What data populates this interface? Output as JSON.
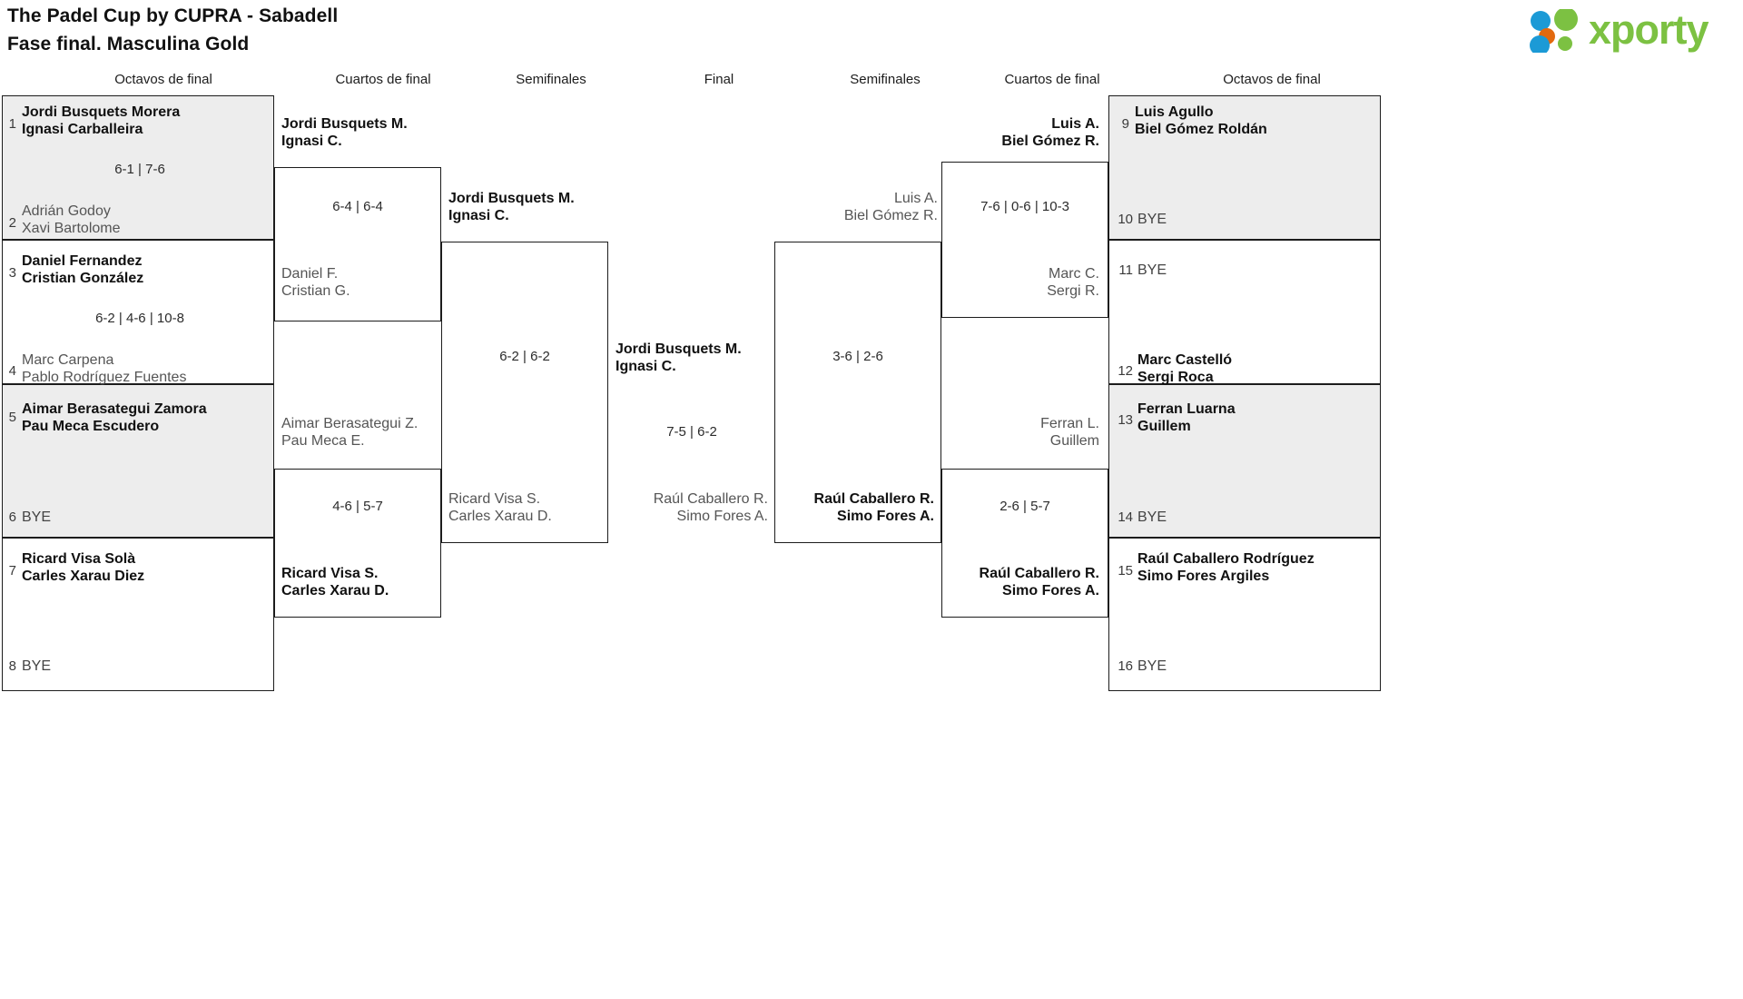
{
  "header": {
    "title_line1": "The Padel Cup by CUPRA - Sabadell",
    "title_line2": "Fase final. Masculina Gold",
    "logo_text": "xporty",
    "logo_colors": {
      "green": "#7cc142",
      "blue": "#1c9ad6",
      "orange": "#e2690f"
    }
  },
  "round_headers": {
    "left_r16": "Octavos de final",
    "left_qf": "Cuartos de final",
    "left_sf": "Semifinales",
    "final": "Final",
    "right_sf": "Semifinales",
    "right_qf": "Cuartos de final",
    "right_r16": "Octavos de final"
  },
  "bracket": {
    "left_r16": [
      {
        "seed": "1",
        "line1": "Jordi Busquets Morera",
        "line2": "Ignasi Carballeira",
        "result": "win"
      },
      {
        "seed": "2",
        "line1": "Adrián Godoy",
        "line2": "Xavi Bartolome",
        "result": "lose"
      },
      {
        "seed": "3",
        "line1": "Daniel Fernandez",
        "line2": "Cristian González",
        "result": "win"
      },
      {
        "seed": "4",
        "line1": "Marc Carpena",
        "line2": "Pablo Rodríguez Fuentes",
        "result": "lose"
      },
      {
        "seed": "5",
        "line1": "Aimar Berasategui Zamora",
        "line2": "Pau Meca Escudero",
        "result": "win"
      },
      {
        "seed": "6",
        "line1": "BYE",
        "line2": "",
        "result": "bye"
      },
      {
        "seed": "7",
        "line1": "Ricard Visa Solà",
        "line2": "Carles Xarau Diez",
        "result": "win"
      },
      {
        "seed": "8",
        "line1": "BYE",
        "line2": "",
        "result": "bye"
      }
    ],
    "left_r16_scores": [
      "6-1 | 7-6",
      "6-2 | 4-6 | 10-8",
      "",
      ""
    ],
    "left_qf": [
      {
        "line1": "Jordi Busquets M.",
        "line2": "Ignasi C.",
        "result": "win"
      },
      {
        "line1": "Daniel F.",
        "line2": "Cristian G.",
        "result": "lose"
      },
      {
        "line1": "Aimar Berasategui Z.",
        "line2": "Pau Meca E.",
        "result": "lose"
      },
      {
        "line1": "Ricard Visa S.",
        "line2": "Carles Xarau D.",
        "result": "win"
      }
    ],
    "left_qf_scores": [
      "6-4 | 6-4",
      "4-6 | 5-7"
    ],
    "left_sf": [
      {
        "line1": "Jordi Busquets M.",
        "line2": "Ignasi C.",
        "result": "win"
      },
      {
        "line1": "Ricard Visa S.",
        "line2": "Carles Xarau D.",
        "result": "lose"
      }
    ],
    "left_sf_scores": [
      "6-2 | 6-2"
    ],
    "final": [
      {
        "line1": "Jordi Busquets M.",
        "line2": "Ignasi C.",
        "result": "win"
      },
      {
        "line1": "Raúl Caballero R.",
        "line2": "Simo Fores A.",
        "result": "lose"
      }
    ],
    "final_scores": [
      "7-5 | 6-2"
    ],
    "right_sf": [
      {
        "line1": "Luis A.",
        "line2": "Biel Gómez R.",
        "result": "lose"
      },
      {
        "line1": "Raúl Caballero R.",
        "line2": "Simo Fores A.",
        "result": "win"
      }
    ],
    "right_sf_scores": [
      "3-6 | 2-6"
    ],
    "right_qf": [
      {
        "line1": "Luis A.",
        "line2": "Biel Gómez R.",
        "result": "win"
      },
      {
        "line1": "Marc C.",
        "line2": "Sergi R.",
        "result": "lose"
      },
      {
        "line1": "Ferran L.",
        "line2": "Guillem",
        "result": "lose"
      },
      {
        "line1": "Raúl Caballero R.",
        "line2": "Simo Fores A.",
        "result": "win"
      }
    ],
    "right_qf_scores": [
      "7-6 | 0-6 | 10-3",
      "2-6 | 5-7"
    ],
    "right_r16": [
      {
        "seed": "9",
        "line1": "Luis Agullo",
        "line2": "Biel Gómez Roldán",
        "result": "win"
      },
      {
        "seed": "10",
        "line1": "BYE",
        "line2": "",
        "result": "bye"
      },
      {
        "seed": "11",
        "line1": "BYE",
        "line2": "",
        "result": "bye"
      },
      {
        "seed": "12",
        "line1": "Marc Castelló",
        "line2": "Sergi Roca",
        "result": "win"
      },
      {
        "seed": "13",
        "line1": "Ferran Luarna",
        "line2": "Guillem",
        "result": "win"
      },
      {
        "seed": "14",
        "line1": "BYE",
        "line2": "",
        "result": "bye"
      },
      {
        "seed": "15",
        "line1": "Raúl Caballero Rodríguez",
        "line2": "Simo Fores Argiles",
        "result": "win"
      },
      {
        "seed": "16",
        "line1": "BYE",
        "line2": "",
        "result": "bye"
      }
    ],
    "right_r16_scores": [
      "",
      "",
      "",
      ""
    ]
  }
}
